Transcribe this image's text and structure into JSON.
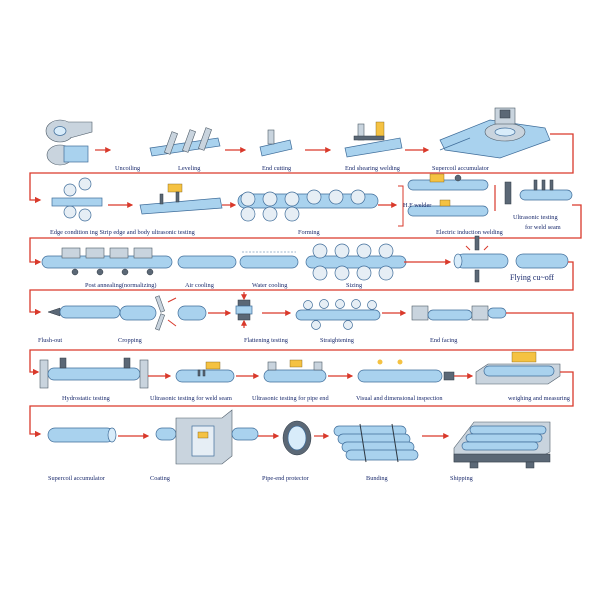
{
  "rows": [
    {
      "steps": [
        {
          "label": "Uncoiling"
        },
        {
          "label": "Leveling"
        },
        {
          "label": "End cutting"
        },
        {
          "label": "End shearing welding"
        },
        {
          "label": "Supercoil accumulator"
        }
      ]
    },
    {
      "steps": [
        {
          "label": "Edge condition ing  Strip edge and body ultrasonic testing"
        },
        {
          "label": "Forming"
        },
        {
          "label": "Electric induction welding"
        },
        {
          "label": "H.F welder"
        },
        {
          "label": "Ultrasonic testing"
        },
        {
          "label": "for weld seam"
        }
      ]
    },
    {
      "steps": [
        {
          "label": "Post annealing(normalizing)"
        },
        {
          "label": "Air cooling"
        },
        {
          "label": "Water cooling"
        },
        {
          "label": "Sizing"
        },
        {
          "label": "Flying cu~off"
        }
      ]
    },
    {
      "steps": [
        {
          "label": "Flush-out"
        },
        {
          "label": "Cropping"
        },
        {
          "label": "Flattening testing"
        },
        {
          "label": "Straightening"
        },
        {
          "label": "End facing"
        }
      ]
    },
    {
      "steps": [
        {
          "label": "Hydrostatic testing"
        },
        {
          "label": "Ultrasonic testing for weld seam"
        },
        {
          "label": "Ultrasonic testing for pipe end"
        },
        {
          "label": "Visual and dimensional inspection"
        },
        {
          "label": "weighing and measuring"
        }
      ]
    },
    {
      "steps": [
        {
          "label": "Supercoil accumulator"
        },
        {
          "label": "Coating"
        },
        {
          "label": "Pipe-end protector"
        },
        {
          "label": "Bunding"
        },
        {
          "label": "Shipping"
        }
      ]
    }
  ],
  "colors": {
    "flow_arrow": "#d9392b",
    "pipe": "#a9d2ee",
    "label_text": "#1a2a6c"
  }
}
